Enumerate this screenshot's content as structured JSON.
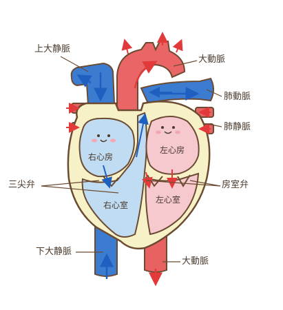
{
  "labels": {
    "superior_vena_cava": "上大静脈",
    "aorta_top": "大動脈",
    "pulmonary_artery": "肺動脈",
    "pulmonary_vein": "肺静脈",
    "right_atrium": "右心房",
    "left_atrium": "左心房",
    "right_ventricle": "右心室",
    "left_ventricle": "左心室",
    "tricuspid_valve": "三尖弁",
    "mitral_valve": "房室弁",
    "inferior_vena_cava": "下大静脈",
    "aorta_bottom": "大動脈"
  },
  "colors": {
    "outline": "#6b4a32",
    "blue_blood": "#2f6fc4",
    "blue_fill": "#bfdcf2",
    "red_blood": "#e25a5a",
    "red_fill": "#f6c9cf",
    "wall": "#f7f1c8",
    "arrow_blue": "#1f5fbf",
    "arrow_red": "#e23a3a",
    "cheek": "#f3a6b3"
  }
}
